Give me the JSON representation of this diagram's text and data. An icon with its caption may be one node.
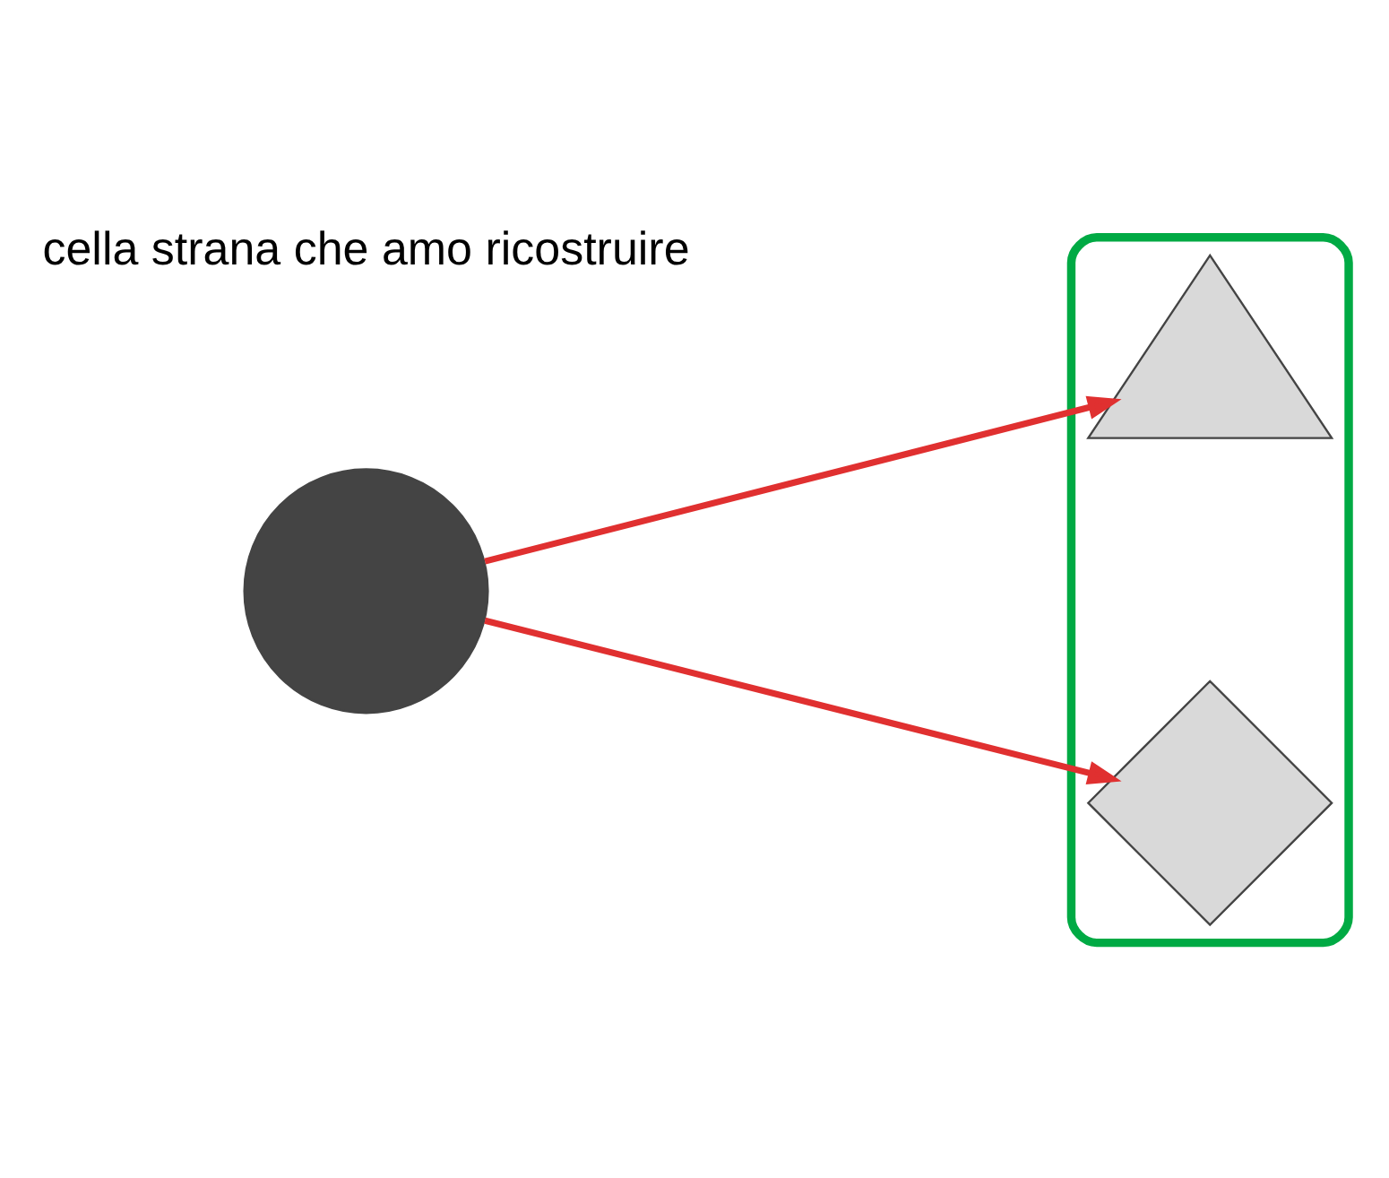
{
  "diagram": {
    "nodes": [
      {
        "text": [],
        "shape": "circle"
      },
      {
        "text": [],
        "shape": "ellipse"
      },
      {
        "text": [],
        "shape": "triangle",
        "in": 1
      },
      {
        "text": [],
        "shape": "diamond",
        "in": 1
      }
    ],
    "edges": [
      {
        "from": 0,
        "to": 2,
        "arrow": "to"
      },
      {
        "from": 0,
        "to": 3,
        "arrow": "to"
      }
    ],
    "labels": [
      "cella strana che amo ricostruire"
    ]
  }
}
